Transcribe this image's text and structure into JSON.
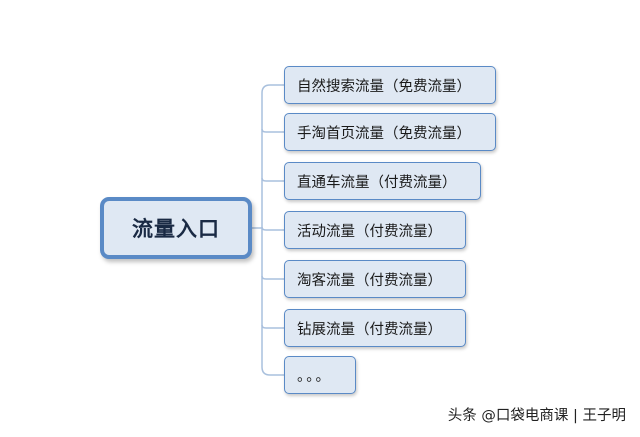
{
  "central": {
    "label": "流量入口"
  },
  "branches": [
    {
      "label": "自然搜索流量（免费流量）"
    },
    {
      "label": "手淘首页流量（免费流量）"
    },
    {
      "label": "直通车流量（付费流量）"
    },
    {
      "label": "活动流量（付费流量）"
    },
    {
      "label": "淘客流量（付费流量）"
    },
    {
      "label": "钻展流量（付费流量）"
    },
    {
      "label": "。。。"
    }
  ],
  "watermark": {
    "text": "头条 @口袋电商课 | 王子明"
  },
  "colors": {
    "node_fill": "#dfe8f3",
    "node_border": "#5a8ac6",
    "connector": "#a9c0dd"
  }
}
